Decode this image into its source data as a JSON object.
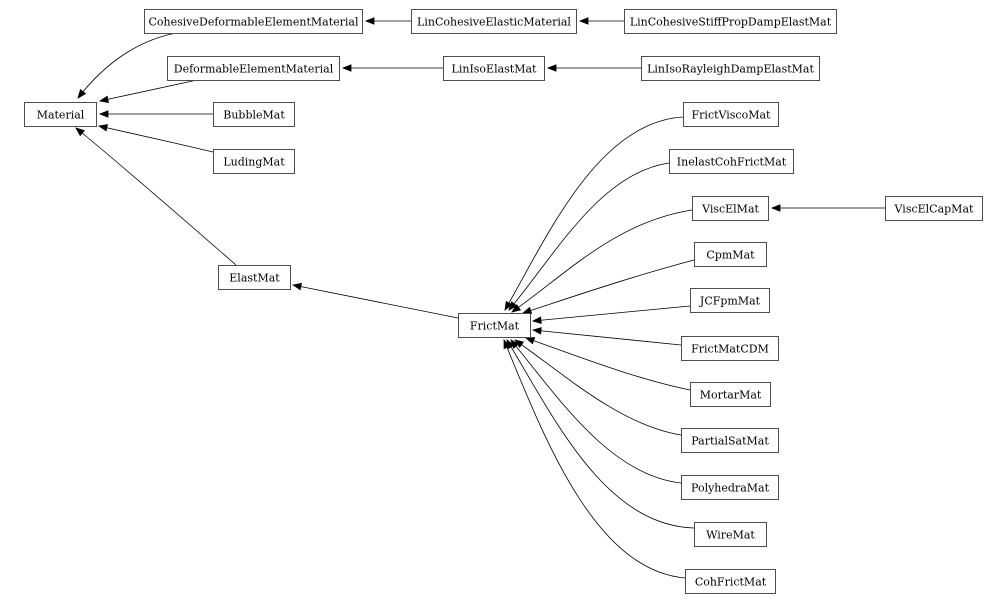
{
  "diagram": {
    "nodes": [
      {
        "id": "material",
        "label": "Material"
      },
      {
        "id": "cohesive_def",
        "label": "CohesiveDeformableElementMaterial"
      },
      {
        "id": "lin_cohesive_elastic",
        "label": "LinCohesiveElasticMaterial"
      },
      {
        "id": "lin_cohesive_stiff",
        "label": "LinCohesiveStiffPropDampElastMat"
      },
      {
        "id": "deformable",
        "label": "DeformableElementMaterial"
      },
      {
        "id": "lin_iso_elast",
        "label": "LinIsoElastMat"
      },
      {
        "id": "lin_iso_rayleigh",
        "label": "LinIsoRayleighDampElastMat"
      },
      {
        "id": "bubble",
        "label": "BubbleMat"
      },
      {
        "id": "luding",
        "label": "LudingMat"
      },
      {
        "id": "elast",
        "label": "ElastMat"
      },
      {
        "id": "frict",
        "label": "FrictMat"
      },
      {
        "id": "frict_visco",
        "label": "FrictViscoMat"
      },
      {
        "id": "inelast_coh",
        "label": "InelastCohFrictMat"
      },
      {
        "id": "visc_el",
        "label": "ViscElMat"
      },
      {
        "id": "visc_el_cap",
        "label": "ViscElCapMat"
      },
      {
        "id": "cpm",
        "label": "CpmMat"
      },
      {
        "id": "jcfpm",
        "label": "JCFpmMat"
      },
      {
        "id": "frict_cdm",
        "label": "FrictMatCDM"
      },
      {
        "id": "mortar",
        "label": "MortarMat"
      },
      {
        "id": "partial_sat",
        "label": "PartialSatMat"
      },
      {
        "id": "polyhedra",
        "label": "PolyhedraMat"
      },
      {
        "id": "wire",
        "label": "WireMat"
      },
      {
        "id": "coh_frict",
        "label": "CohFrictMat"
      }
    ],
    "edges": [
      {
        "from": "cohesive_def",
        "to": "material"
      },
      {
        "from": "deformable",
        "to": "material"
      },
      {
        "from": "bubble",
        "to": "material"
      },
      {
        "from": "luding",
        "to": "material"
      },
      {
        "from": "elast",
        "to": "material"
      },
      {
        "from": "lin_cohesive_elastic",
        "to": "cohesive_def"
      },
      {
        "from": "lin_cohesive_stiff",
        "to": "lin_cohesive_elastic"
      },
      {
        "from": "lin_iso_elast",
        "to": "deformable"
      },
      {
        "from": "lin_iso_rayleigh",
        "to": "lin_iso_elast"
      },
      {
        "from": "frict",
        "to": "elast"
      },
      {
        "from": "frict_visco",
        "to": "frict"
      },
      {
        "from": "inelast_coh",
        "to": "frict"
      },
      {
        "from": "visc_el",
        "to": "frict"
      },
      {
        "from": "cpm",
        "to": "frict"
      },
      {
        "from": "jcfpm",
        "to": "frict"
      },
      {
        "from": "frict_cdm",
        "to": "frict"
      },
      {
        "from": "mortar",
        "to": "frict"
      },
      {
        "from": "partial_sat",
        "to": "frict"
      },
      {
        "from": "polyhedra",
        "to": "frict"
      },
      {
        "from": "wire",
        "to": "frict"
      },
      {
        "from": "coh_frict",
        "to": "frict"
      },
      {
        "from": "visc_el_cap",
        "to": "visc_el"
      }
    ]
  }
}
